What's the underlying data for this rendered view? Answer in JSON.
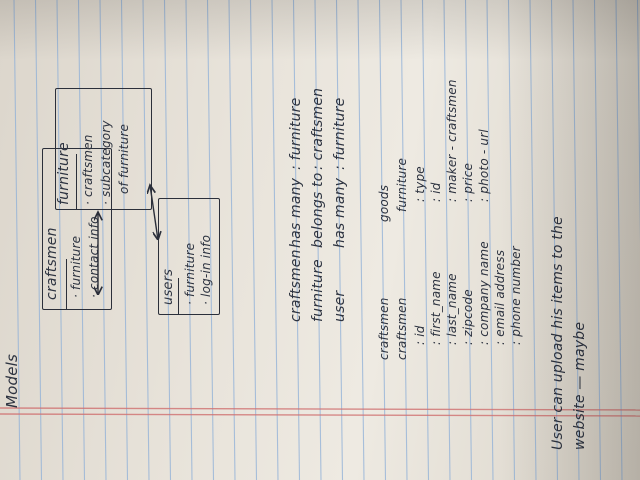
{
  "colors": {
    "paper": "#eae5dc",
    "rule_blue": "#8fb0d8",
    "margin_red": "#d07070",
    "ink": "#2d3340"
  },
  "notes": {
    "heading": "Models",
    "craftsmen_box": {
      "title": "craftsmen",
      "lines": [
        "· furniture",
        "· contact info"
      ]
    },
    "users_box": {
      "title": "users",
      "lines": [
        "· furniture",
        "· log-in info"
      ]
    },
    "furniture_box": {
      "title": "furniture",
      "lines": [
        "· craftsmen",
        "· subcategory",
        "of furniture"
      ]
    },
    "relations": [
      {
        "subject": "craftsmen",
        "verb": "has many",
        "object": ": furniture"
      },
      {
        "subject": "furniture",
        "verb": "belongs to",
        "object": ": craftsmen"
      },
      {
        "subject": "user",
        "verb": "has many",
        "object": ": furniture"
      }
    ],
    "left_column": {
      "header1": "craftsmen",
      "header2": "craftsmen",
      "fields": [
        ": id",
        ": first_name",
        ": last_name",
        ": zipcode",
        ": company name",
        ": email address",
        ": phone number"
      ]
    },
    "right_column": {
      "header1": "goods",
      "header2": "furniture",
      "fields": [
        ": type",
        ": id",
        ": maker - craftsmen",
        ": price",
        ": photo - url"
      ]
    },
    "footer": [
      "User can upload his items to the",
      "website — maybe"
    ]
  }
}
